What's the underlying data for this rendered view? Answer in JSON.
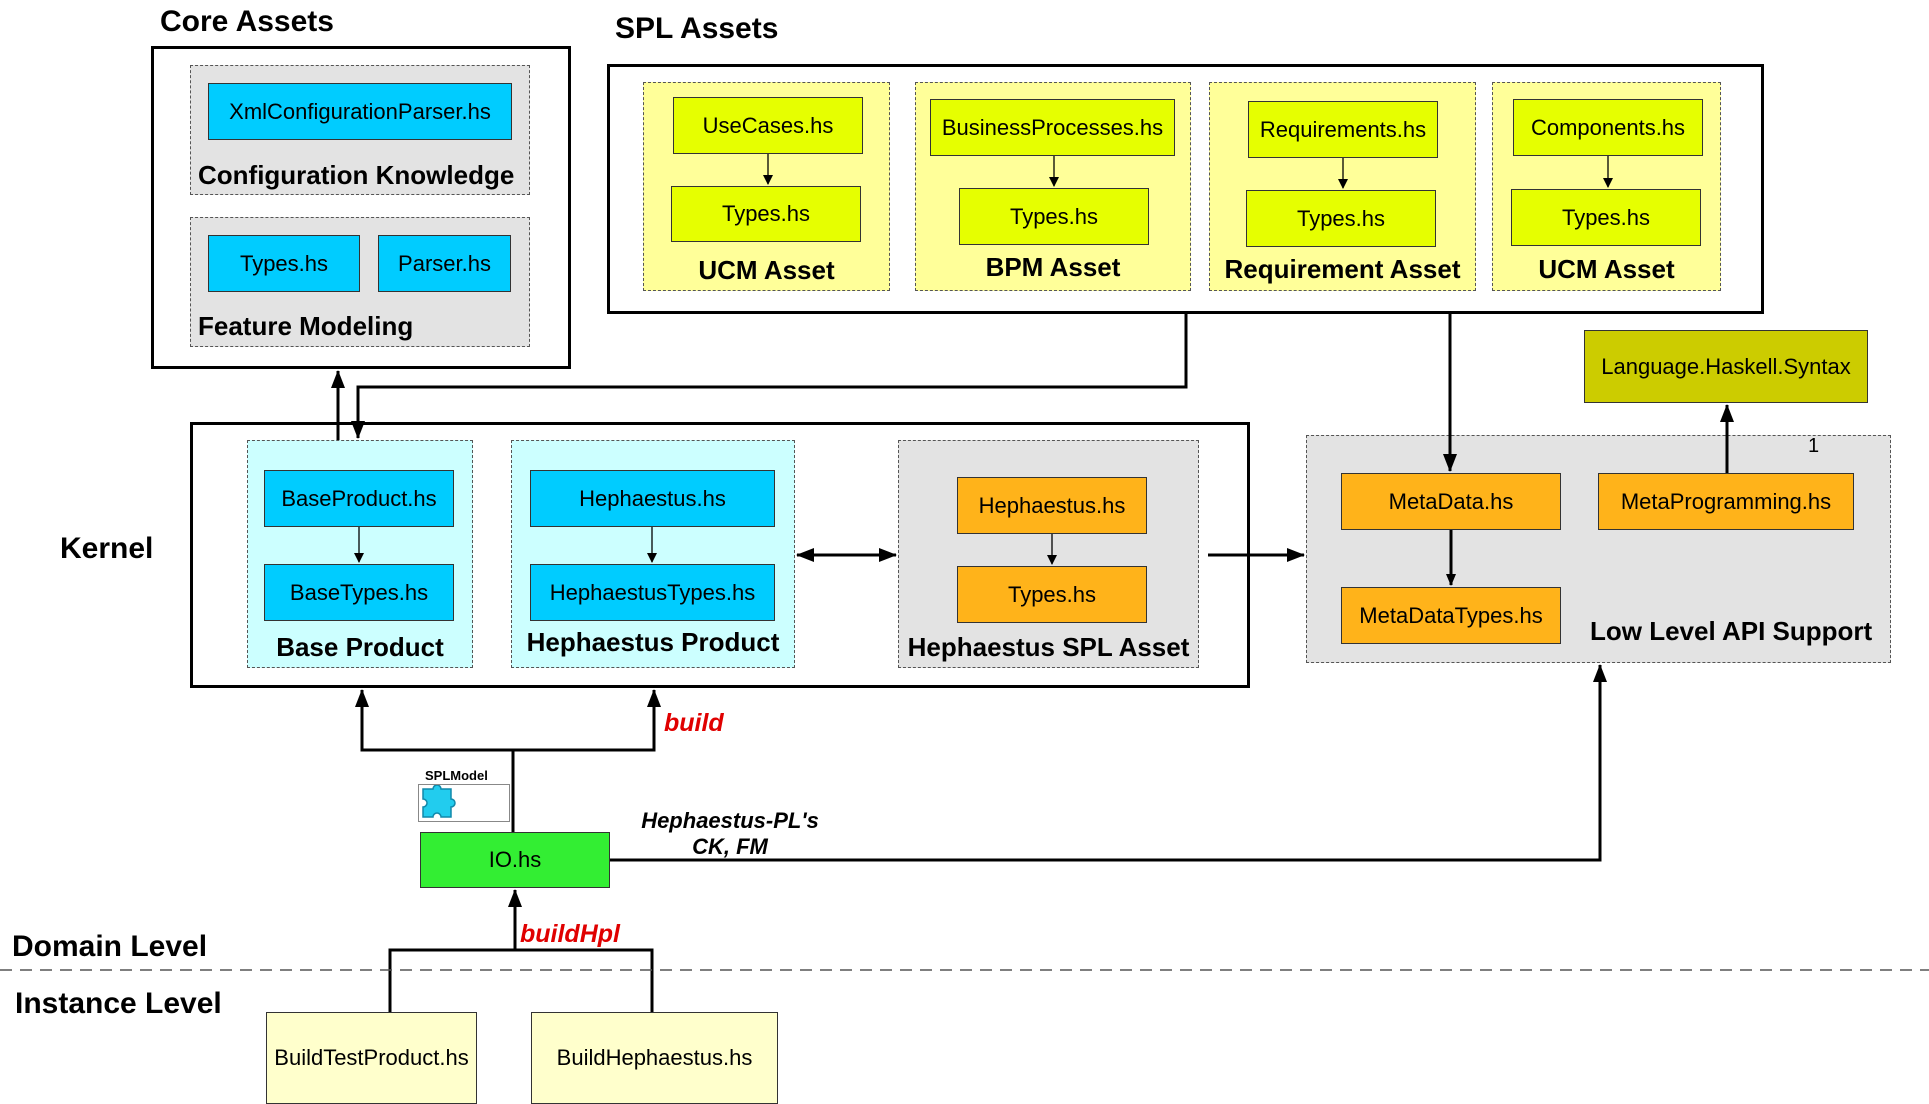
{
  "sections": {
    "core_assets": "Core Assets",
    "spl_assets": "SPL Assets",
    "kernel": "Kernel",
    "domain_level": "Domain Level",
    "instance_level": "Instance Level"
  },
  "core": {
    "config_box": "XmlConfigurationParser.hs",
    "config_group": "Configuration Knowledge",
    "types_box": "Types.hs",
    "parser_box": "Parser.hs",
    "feature_group": "Feature Modeling"
  },
  "spl": {
    "ucm1": {
      "top": "UseCases.hs",
      "bottom": "Types.hs",
      "label": "UCM Asset"
    },
    "bpm": {
      "top": "BusinessProcesses.hs",
      "bottom": "Types.hs",
      "label": "BPM Asset"
    },
    "req": {
      "top": "Requirements.hs",
      "bottom": "Types.hs",
      "label": "Requirement Asset"
    },
    "ucm2": {
      "top": "Components.hs",
      "bottom": "Types.hs",
      "label": "UCM Asset"
    }
  },
  "kernel": {
    "base": {
      "top": "BaseProduct.hs",
      "bottom": "BaseTypes.hs",
      "label": "Base Product"
    },
    "heph": {
      "top": "Hephaestus.hs",
      "bottom": "HephaestusTypes.hs",
      "label": "Hephaestus Product"
    },
    "hspl": {
      "top": "Hephaestus.hs",
      "bottom": "Types.hs",
      "label": "Hephaestus SPL Asset"
    }
  },
  "lowlevel": {
    "metadata": "MetaData.hs",
    "metadatatypes": "MetaDataTypes.hs",
    "metaprog": "MetaProgramming.hs",
    "label": "Low Level API Support",
    "multiplicity": "1"
  },
  "haskell_syntax": "Language.Haskell.Syntax",
  "io": "IO.hs",
  "splmodel": "SPLModel",
  "build_label": "build",
  "buildhpl_label": "buildHpl",
  "hpl_note_line1": "Hephaestus-PL's",
  "hpl_note_line2": "CK, FM",
  "instance": {
    "test": "BuildTestProduct.hs",
    "heph": "BuildHephaestus.hs"
  },
  "colors": {
    "cyan_box": "#00ccff",
    "lime_box": "#e6ff00",
    "orange_box": "#ffb31a",
    "olive_box": "#cccc00",
    "green_box": "#33ee33",
    "cream_box": "#ffffcc",
    "label_red": "#e00000"
  }
}
